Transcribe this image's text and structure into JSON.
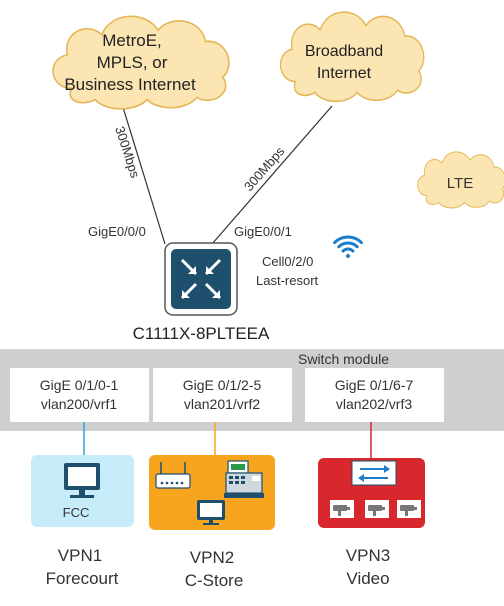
{
  "clouds": {
    "wan1": {
      "line1": "MetroE,",
      "line2": "MPLS, or",
      "line3": "Business Internet"
    },
    "wan2": {
      "line1": "Broadband",
      "line2": "Internet"
    },
    "lte": {
      "label": "LTE"
    }
  },
  "links": {
    "wan1_speed": "300Mbps",
    "wan2_speed": "300Mbps"
  },
  "router": {
    "port1": "GigE0/0/0",
    "port2": "GigE0/0/1",
    "cell_line1": "Cell0/2/0",
    "cell_line2": "Last-resort",
    "model": "C1111X-8PLTEEA"
  },
  "switch": {
    "title": "Switch module",
    "ports": [
      {
        "line1": "GigE 0/1/0-1",
        "line2": "vlan200/vrf1"
      },
      {
        "line1": "GigE 0/1/2-5",
        "line2": "vlan201/vrf2"
      },
      {
        "line1": "GigE 0/1/6-7",
        "line2": "vlan202/vrf3"
      }
    ]
  },
  "vpns": [
    {
      "box_label": "FCC",
      "line1": "VPN1",
      "line2": "Forecourt"
    },
    {
      "box_label": "",
      "line1": "VPN2",
      "line2": "C-Store"
    },
    {
      "box_label": "",
      "line1": "VPN3",
      "line2": "Video"
    }
  ],
  "colors": {
    "cloud_fill": "#fbe5b3",
    "cloud_stroke": "#e6b75a",
    "router_blue": "#1e4f6d",
    "switch_gray": "#cfcfcf",
    "vpn1": "#c6ecfa",
    "vpn2": "#f7a51e",
    "vpn3": "#d8272d",
    "wifi": "#1c7ecb"
  }
}
